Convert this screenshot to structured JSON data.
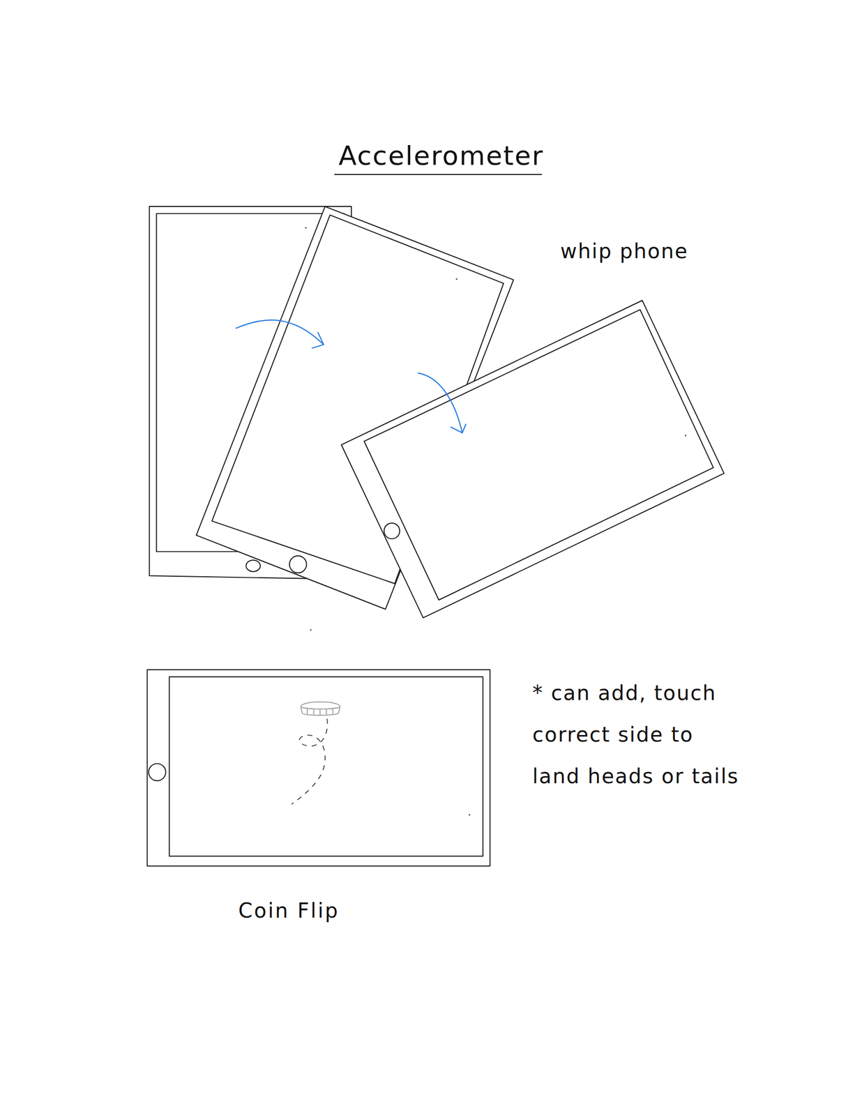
{
  "diagram": {
    "title": "Accelerometer",
    "labels": [
      "whip phone",
      "* can add, touch correct side to land heads or tails",
      "Coin Flip"
    ]
  }
}
